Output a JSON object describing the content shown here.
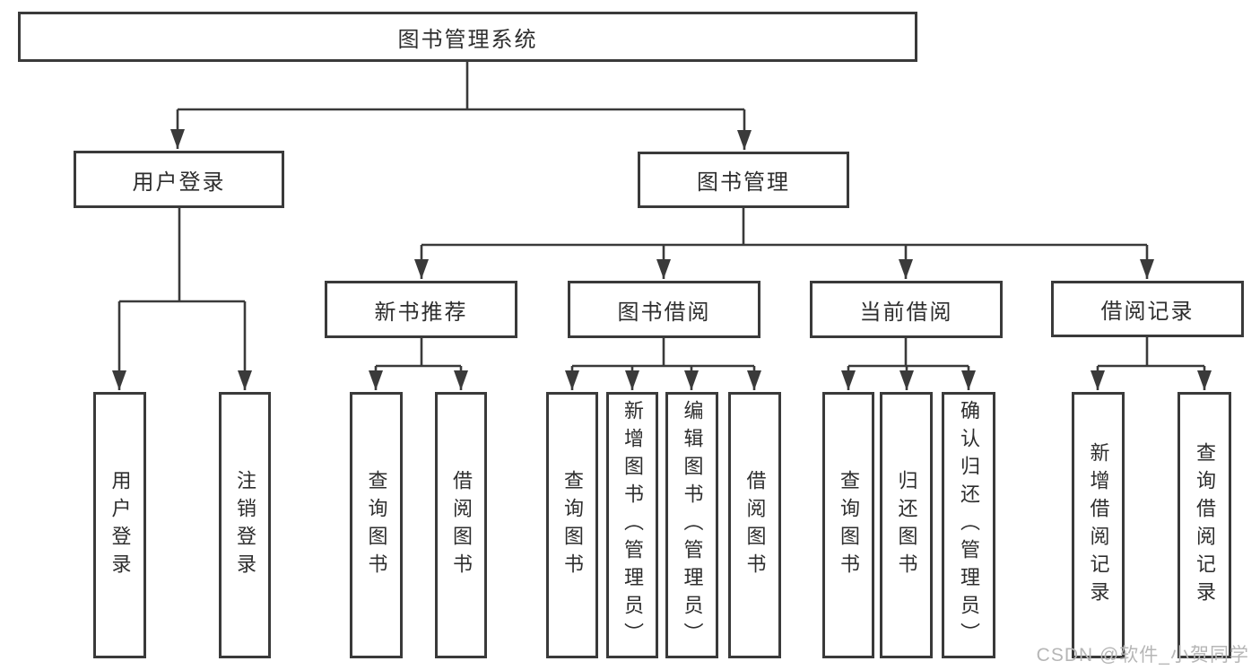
{
  "diagram": {
    "root": {
      "label": "图书管理系统"
    },
    "user_login": {
      "label": "用户登录",
      "children": {
        "login": {
          "label": "用户登录"
        },
        "logout": {
          "label": "注销登录"
        }
      }
    },
    "book_mgmt": {
      "label": "图书管理",
      "children": {
        "new_book_rec": {
          "label": "新书推荐",
          "children": {
            "query_books": {
              "label": "查询图书"
            },
            "borrow_books": {
              "label": "借阅图书"
            }
          }
        },
        "book_borrow": {
          "label": "图书借阅",
          "children": {
            "query_books": {
              "label": "查询图书"
            },
            "add_books": {
              "label": "新增图书（管理员）"
            },
            "edit_books": {
              "label": "编辑图书（管理员）"
            },
            "borrow_books": {
              "label": "借阅图书"
            }
          }
        },
        "current_borrow": {
          "label": "当前借阅",
          "children": {
            "query_books": {
              "label": "查询图书"
            },
            "return_books": {
              "label": "归还图书"
            },
            "confirm_return": {
              "label": "确认归还（管理员）"
            }
          }
        },
        "borrow_records": {
          "label": "借阅记录",
          "children": {
            "add_record": {
              "label": "新增借阅记录"
            },
            "query_record": {
              "label": "查询借阅记录"
            }
          }
        }
      }
    }
  },
  "watermark": {
    "text": "CSDN @软件_小贺同学"
  },
  "colors": {
    "line": "#3a3a3a",
    "text": "#2e2e2e",
    "watermark": "#b6b6b6",
    "background": "#ffffff"
  }
}
